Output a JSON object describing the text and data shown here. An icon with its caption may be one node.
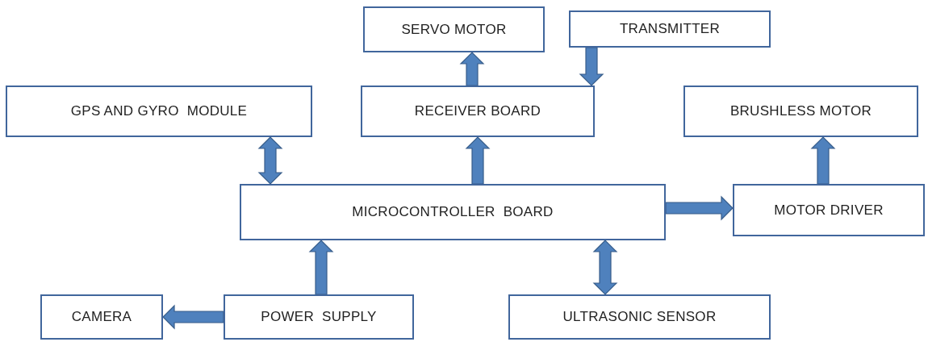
{
  "diagram": {
    "nodes": [
      {
        "text": [
          "SERVO MOTOR"
        ]
      },
      {
        "text": [
          "TRANSMITTER"
        ]
      },
      {
        "text": [
          "GPS AND GYRO  MODULE"
        ]
      },
      {
        "text": [
          "RECEIVER BOARD"
        ]
      },
      {
        "text": [
          "BRUSHLESS MOTOR"
        ]
      },
      {
        "text": [
          "MICROCONTROLLER  BOARD"
        ]
      },
      {
        "text": [
          "MOTOR DRIVER"
        ]
      },
      {
        "text": [
          "CAMERA"
        ]
      },
      {
        "text": [
          "POWER  SUPPLY"
        ]
      },
      {
        "text": [
          "ULTRASONIC SENSOR"
        ]
      }
    ],
    "edges": [
      {
        "from": 3,
        "to": 0,
        "arrow": "to",
        "style": "thick"
      },
      {
        "from": 1,
        "to": 3,
        "arrow": "to",
        "style": "thick"
      },
      {
        "from": 2,
        "to": 5,
        "arrow": "both",
        "style": "thick"
      },
      {
        "from": 5,
        "to": 3,
        "arrow": "to",
        "style": "thick"
      },
      {
        "from": 6,
        "to": 4,
        "arrow": "to",
        "style": "thick"
      },
      {
        "from": 5,
        "to": 6,
        "arrow": "to",
        "style": "thick"
      },
      {
        "from": 8,
        "to": 5,
        "arrow": "to",
        "style": "thick"
      },
      {
        "from": 5,
        "to": 9,
        "arrow": "both",
        "style": "thick"
      },
      {
        "from": 8,
        "to": 7,
        "arrow": "to",
        "style": "thick"
      }
    ]
  }
}
